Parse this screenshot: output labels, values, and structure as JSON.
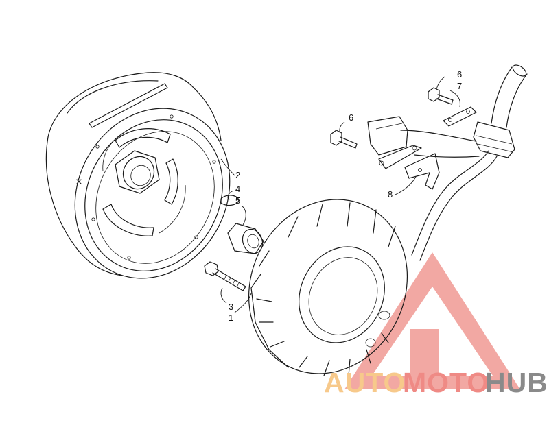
{
  "callouts": {
    "c1": "1",
    "c2": "2",
    "c3": "3",
    "c4": "4",
    "c5": "5",
    "c6a": "6",
    "c6b": "6",
    "c7": "7",
    "c8": "8"
  },
  "watermark": {
    "part1": "AUTO",
    "part2": "MOTO",
    "part3": "HUB",
    "color_light": "#F7C98B",
    "color_red": "#EF8A85",
    "color_grey": "#8A8A8A"
  }
}
